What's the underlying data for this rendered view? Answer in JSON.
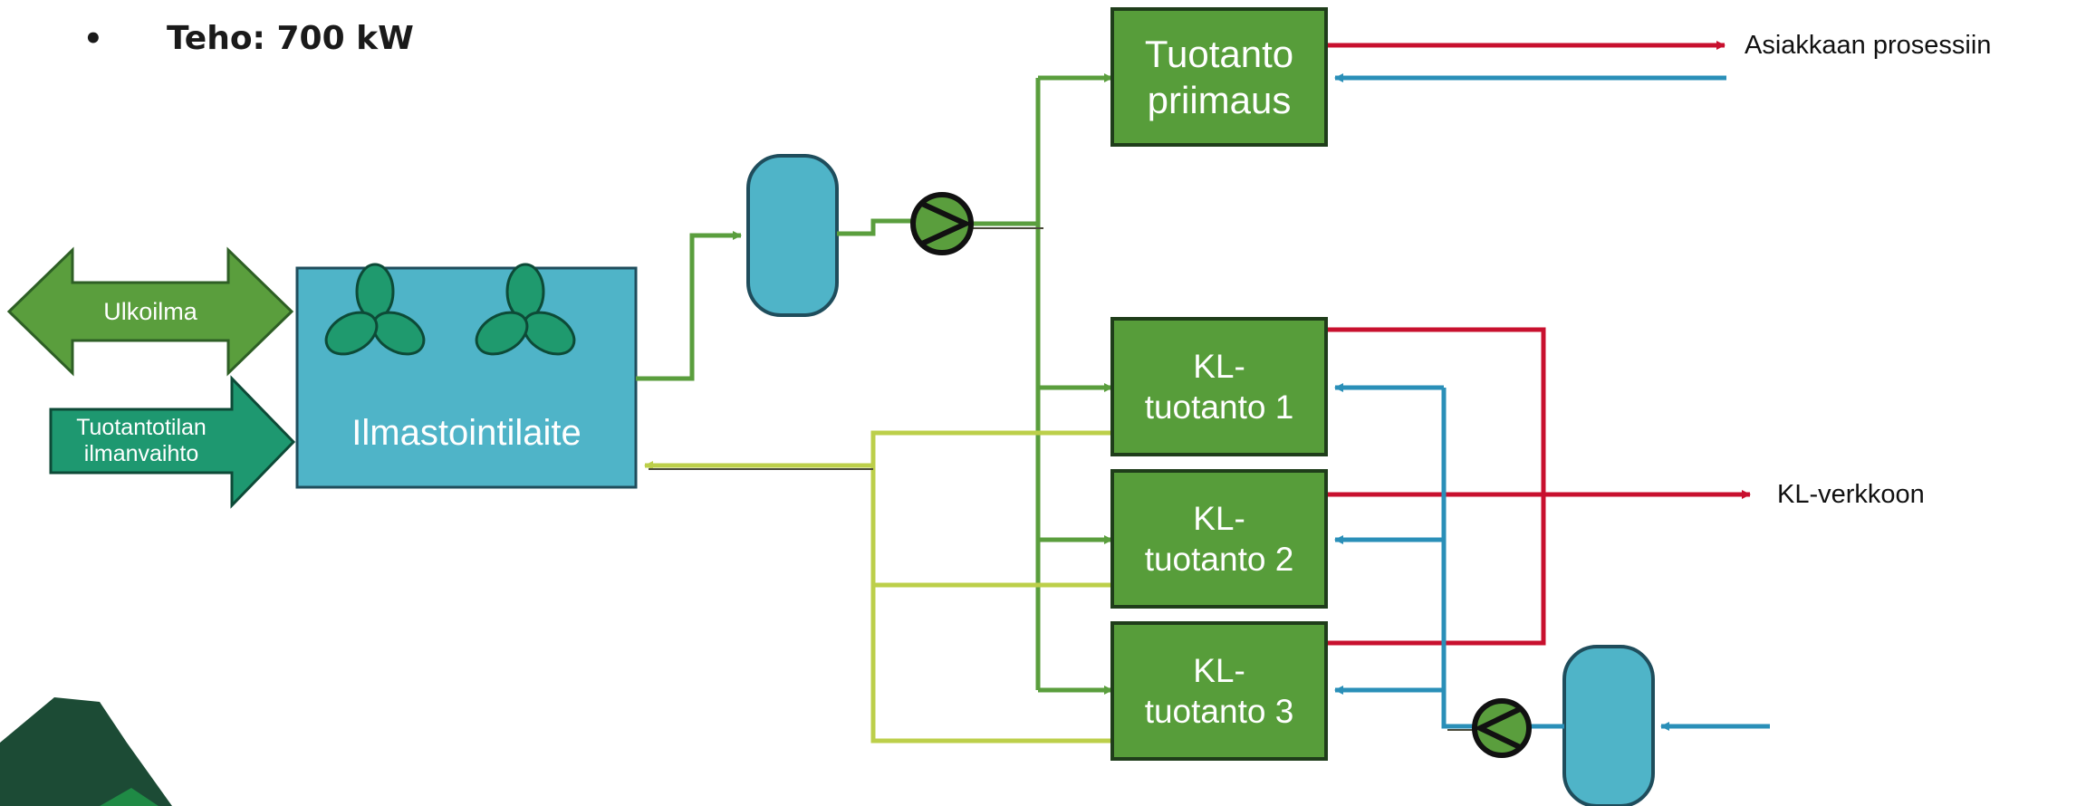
{
  "bullet": {
    "symbol": "•",
    "text": "Teho: 700 kW"
  },
  "nodes": {
    "hvac_unit": "Ilmastointilaite",
    "outdoor_air": "Ulkoilma",
    "room_air": [
      "Tuotantotilan",
      "ilmanvaihto"
    ],
    "production_primary": [
      "Tuotanto",
      "priimaus"
    ],
    "dh_production_1": [
      "KL-",
      "tuotanto 1"
    ],
    "dh_production_2": [
      "KL-",
      "tuotanto 2"
    ],
    "dh_production_3": [
      "KL-",
      "tuotanto 3"
    ]
  },
  "outputs": {
    "customer_process": "Asiakkaan prosessiin",
    "dh_network": "KL-verkkoon"
  },
  "colors": {
    "box_green": "#579d3a",
    "box_border": "#1f3d1a",
    "hvac_blue": "#4fb4c8",
    "fan_green": "#1f9a6e",
    "outdoor_arrow": "#5a9e3d",
    "room_arrow": "#1e9870",
    "line_green": "#5a9e3d",
    "line_yellow": "#bccf4a",
    "line_red": "#c8102e",
    "line_blue": "#2a8fb8",
    "logo_dark": "#1c4b35",
    "logo_green": "#1f8a45"
  }
}
